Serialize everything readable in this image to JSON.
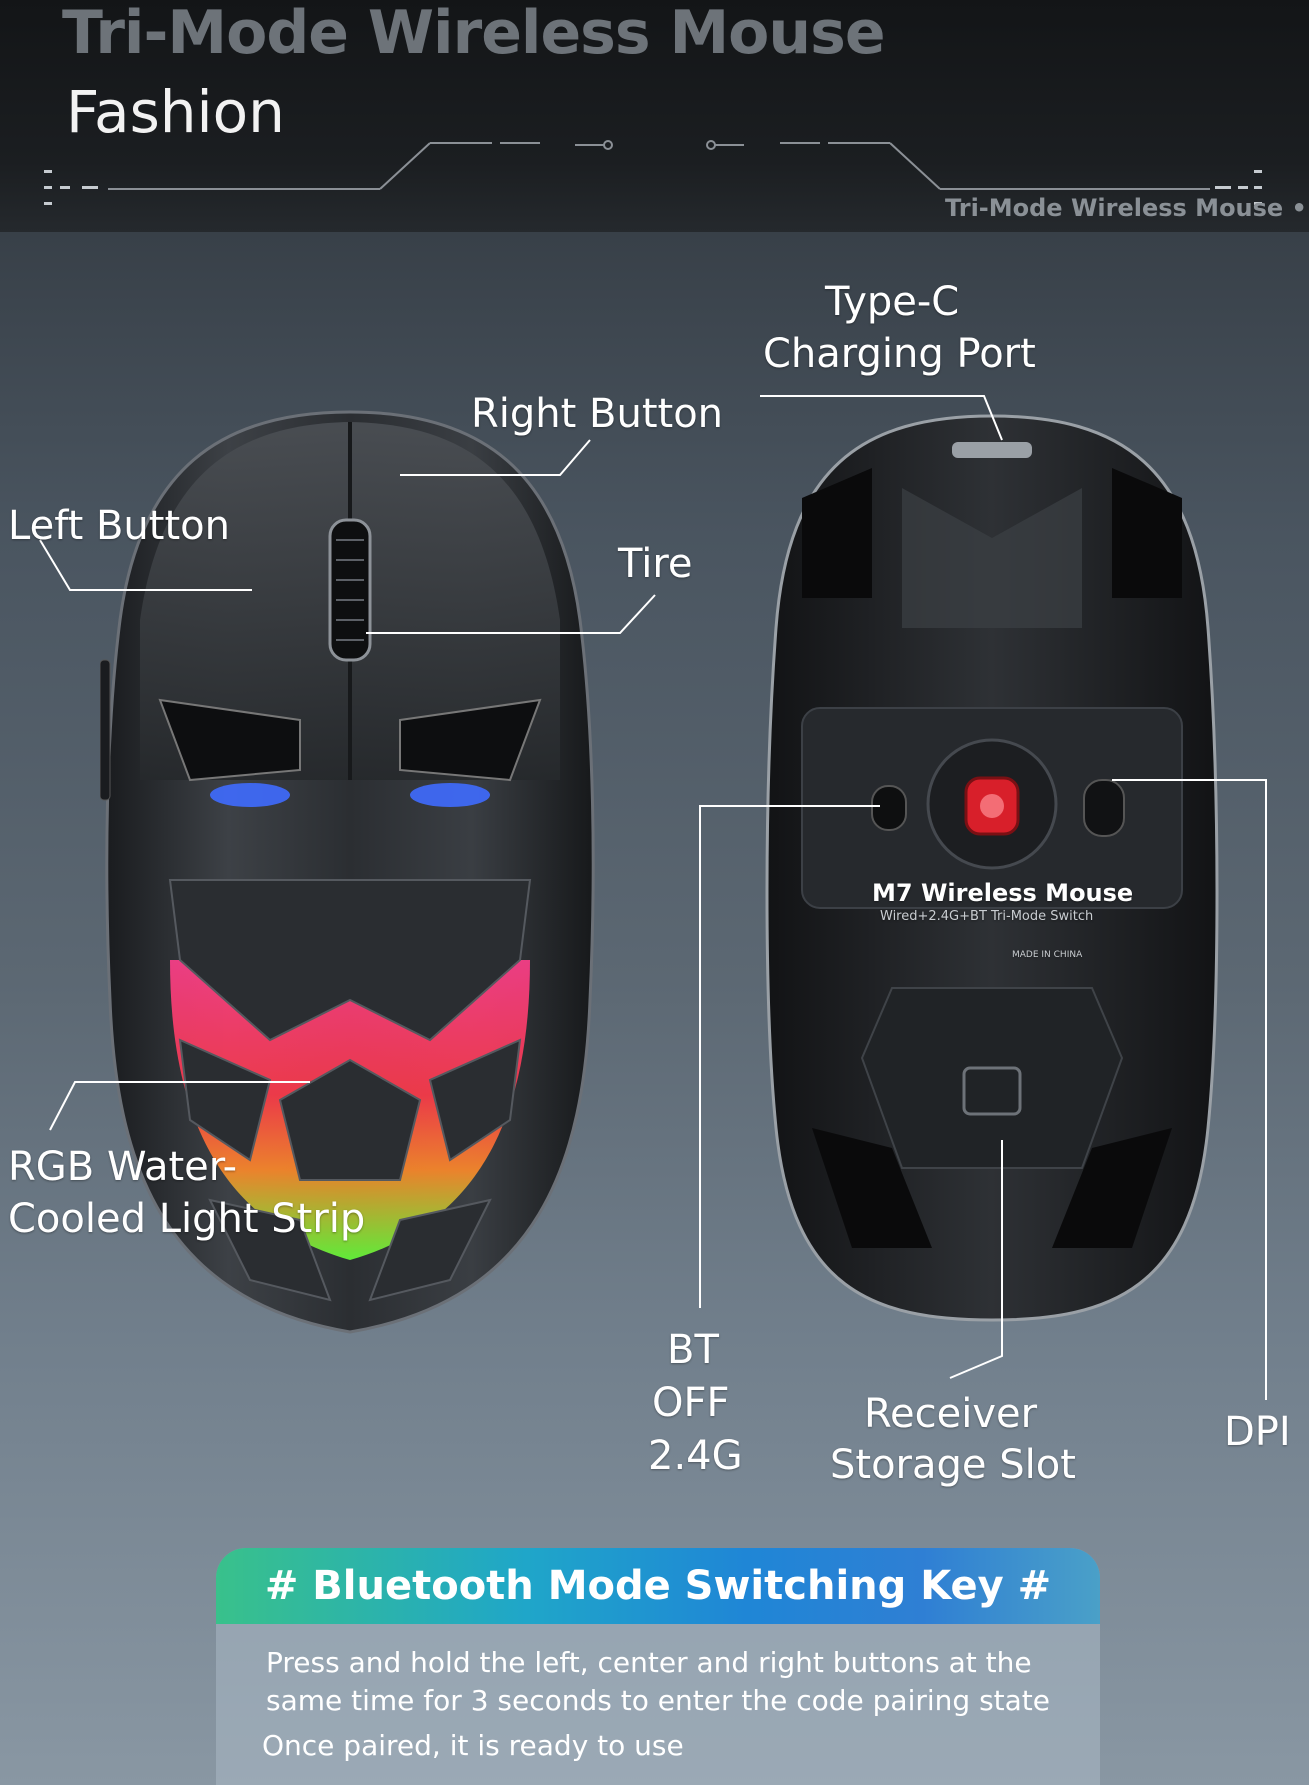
{
  "header": {
    "title": "Tri-Mode Wireless Mouse",
    "subtitle": "Fashion",
    "tag": "Tri-Mode Wireless Mouse •"
  },
  "labels": {
    "type_c": "Type-C",
    "charging_port": "Charging Port",
    "right_button": "Right Button",
    "left_button": "Left Button",
    "tire": "Tire",
    "rgb_line1": "RGB Water-",
    "rgb_line2": "Cooled Light Strip",
    "bt": "BT",
    "off": "OFF",
    "g24": "2.4G",
    "receiver_line1": "Receiver",
    "receiver_line2": "Storage Slot",
    "dpi": "DPI"
  },
  "bottom_print": {
    "model": "M7 Wireless Mouse",
    "spec": "Wired+2.4G+BT Tri-Mode Switch",
    "made_in": "MADE IN CHINA"
  },
  "info": {
    "heading": "# Bluetooth Mode Switching Key #",
    "line1": "Press and hold the left, center and right buttons at the",
    "line2": "same time for 3 seconds to enter the code pairing state",
    "line3": "Once paired, it is ready to use"
  },
  "colors": {
    "rgb_pink": "#ff3f8c",
    "rgb_orange": "#ff8a2a",
    "rgb_green": "#66ff3a",
    "sensor_red": "#d81f2a"
  }
}
